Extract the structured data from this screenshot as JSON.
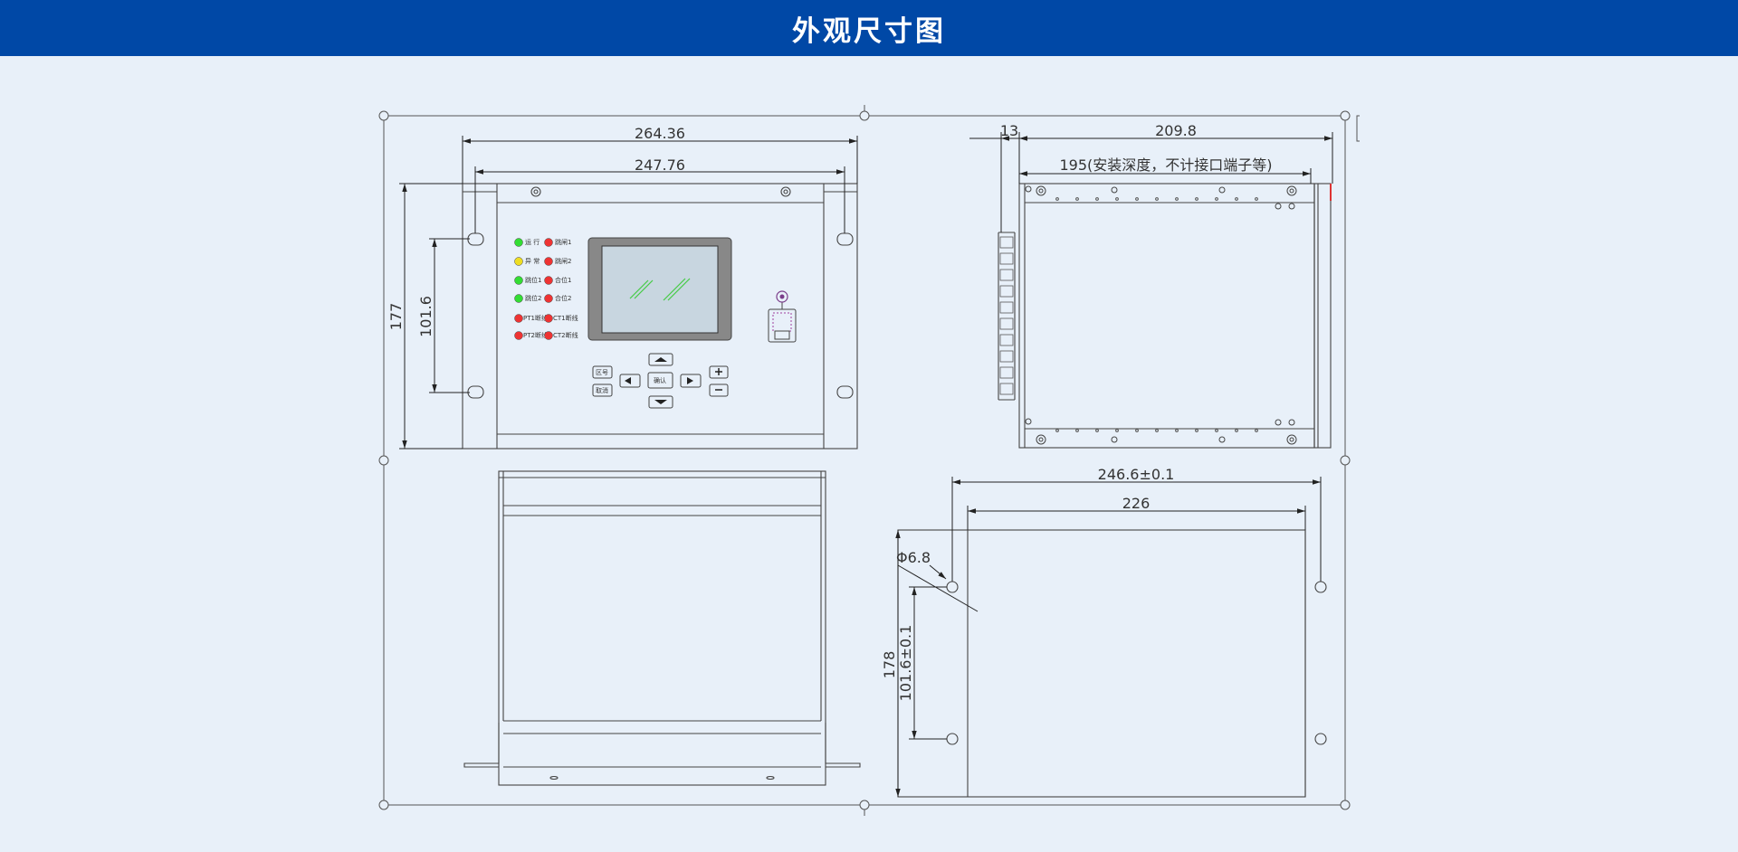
{
  "header": {
    "title": "外观尺寸图"
  },
  "front_view": {
    "dims": {
      "overall_width": "264.36",
      "inner_width": "247.76",
      "height": "177",
      "hole_spacing": "101.6"
    },
    "indicators_left": [
      {
        "label": "运  行",
        "color": "#33dd33"
      },
      {
        "label": "异  常",
        "color": "#eedd22"
      },
      {
        "label": "跳位1",
        "color": "#33dd33"
      },
      {
        "label": "跳位2",
        "color": "#33dd33"
      },
      {
        "label": "PT1断线",
        "color": "#ee3333"
      },
      {
        "label": "PT2断线",
        "color": "#ee3333"
      }
    ],
    "indicators_right": [
      {
        "label": "跳闸1",
        "color": "#ee3333"
      },
      {
        "label": "跳闸2",
        "color": "#ee3333"
      },
      {
        "label": "合位1",
        "color": "#ee3333"
      },
      {
        "label": "合位2",
        "color": "#ee3333"
      },
      {
        "label": "CT1断线",
        "color": "#ee3333"
      },
      {
        "label": "CT2断线",
        "color": "#ee3333"
      }
    ],
    "keys": {
      "area": "区号",
      "cancel": "取消",
      "confirm": "确认"
    }
  },
  "side_view": {
    "dims": {
      "offset": "13",
      "depth": "209.8",
      "mount_depth": "195(安装深度，不计接口端子等)"
    }
  },
  "cutout_view": {
    "dims": {
      "outer_width": "246.6±0.1",
      "inner_width": "226",
      "hole_diameter": "Φ6.8",
      "height": "178",
      "hole_spacing": "101.6±0.1"
    }
  }
}
